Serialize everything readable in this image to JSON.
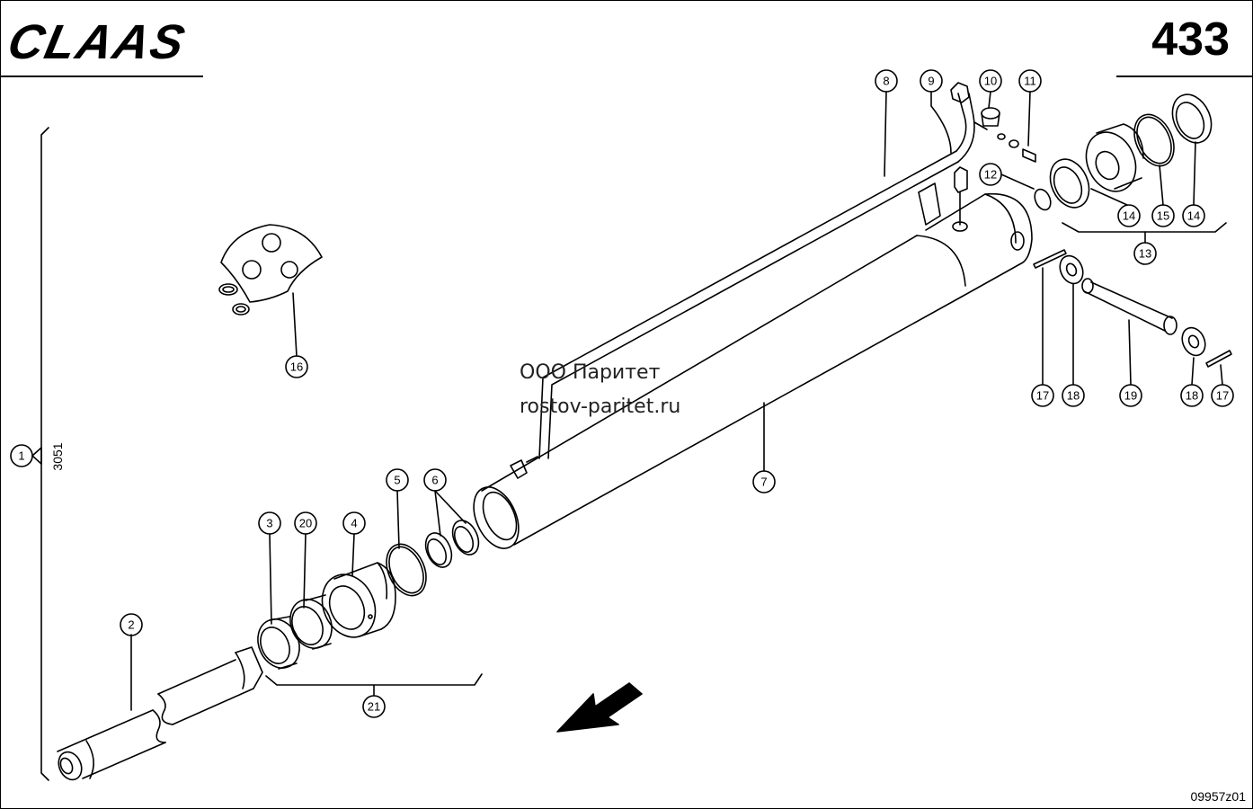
{
  "header": {
    "brand": "CLAAS",
    "page_number": "433"
  },
  "watermark": {
    "company": "ООО Паритет",
    "site": "rostov-paritet.ru"
  },
  "dimension": {
    "value": "3051"
  },
  "drawing_code": "09957z01",
  "callouts": [
    {
      "id": "c1",
      "label": "1"
    },
    {
      "id": "c2",
      "label": "2"
    },
    {
      "id": "c3",
      "label": "3"
    },
    {
      "id": "c20",
      "label": "20"
    },
    {
      "id": "c4",
      "label": "4"
    },
    {
      "id": "c5",
      "label": "5"
    },
    {
      "id": "c6",
      "label": "6"
    },
    {
      "id": "c7",
      "label": "7"
    },
    {
      "id": "c8",
      "label": "8"
    },
    {
      "id": "c9",
      "label": "9"
    },
    {
      "id": "c10",
      "label": "10"
    },
    {
      "id": "c11",
      "label": "11"
    },
    {
      "id": "c12",
      "label": "12"
    },
    {
      "id": "c13",
      "label": "13"
    },
    {
      "id": "c14a",
      "label": "14"
    },
    {
      "id": "c15",
      "label": "15"
    },
    {
      "id": "c14b",
      "label": "14"
    },
    {
      "id": "c16",
      "label": "16"
    },
    {
      "id": "c17a",
      "label": "17"
    },
    {
      "id": "c18a",
      "label": "18"
    },
    {
      "id": "c19",
      "label": "19"
    },
    {
      "id": "c18b",
      "label": "18"
    },
    {
      "id": "c17b",
      "label": "17"
    },
    {
      "id": "c21",
      "label": "21"
    }
  ]
}
